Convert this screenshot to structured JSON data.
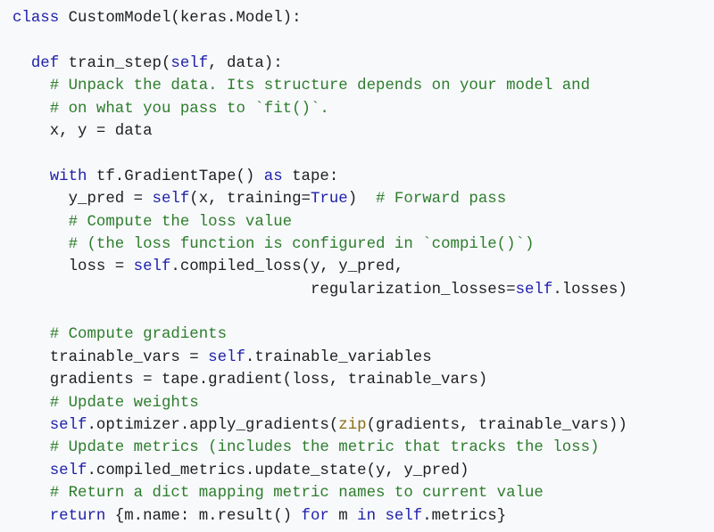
{
  "colors": {
    "background": "#f8f9fb",
    "text": "#1f1f1f",
    "keyword": "#1d1fa8",
    "comment": "#2d7d2d",
    "builtin": "#8a6d12"
  },
  "lines": [
    [
      {
        "t": "kw",
        "s": "class"
      },
      {
        "t": "tx",
        "s": " CustomModel(keras.Model):"
      }
    ],
    [],
    [
      {
        "t": "tx",
        "s": "  "
      },
      {
        "t": "kw",
        "s": "def"
      },
      {
        "t": "tx",
        "s": " train_step("
      },
      {
        "t": "kw",
        "s": "self"
      },
      {
        "t": "tx",
        "s": ", data):"
      }
    ],
    [
      {
        "t": "tx",
        "s": "    "
      },
      {
        "t": "cm",
        "s": "# Unpack the data. Its structure depends on your model and"
      }
    ],
    [
      {
        "t": "tx",
        "s": "    "
      },
      {
        "t": "cm",
        "s": "# on what you pass to `fit()`."
      }
    ],
    [
      {
        "t": "tx",
        "s": "    x, y = data"
      }
    ],
    [],
    [
      {
        "t": "tx",
        "s": "    "
      },
      {
        "t": "kw",
        "s": "with"
      },
      {
        "t": "tx",
        "s": " tf.GradientTape() "
      },
      {
        "t": "kw",
        "s": "as"
      },
      {
        "t": "tx",
        "s": " tape:"
      }
    ],
    [
      {
        "t": "tx",
        "s": "      y_pred = "
      },
      {
        "t": "kw",
        "s": "self"
      },
      {
        "t": "tx",
        "s": "(x, training="
      },
      {
        "t": "kw",
        "s": "True"
      },
      {
        "t": "tx",
        "s": ")  "
      },
      {
        "t": "cm",
        "s": "# Forward pass"
      }
    ],
    [
      {
        "t": "tx",
        "s": "      "
      },
      {
        "t": "cm",
        "s": "# Compute the loss value"
      }
    ],
    [
      {
        "t": "tx",
        "s": "      "
      },
      {
        "t": "cm",
        "s": "# (the loss function is configured in `compile()`)"
      }
    ],
    [
      {
        "t": "tx",
        "s": "      loss = "
      },
      {
        "t": "kw",
        "s": "self"
      },
      {
        "t": "tx",
        "s": ".compiled_loss(y, y_pred,"
      }
    ],
    [
      {
        "t": "tx",
        "s": "                                regularization_losses="
      },
      {
        "t": "kw",
        "s": "self"
      },
      {
        "t": "tx",
        "s": ".losses)"
      }
    ],
    [],
    [
      {
        "t": "tx",
        "s": "    "
      },
      {
        "t": "cm",
        "s": "# Compute gradients"
      }
    ],
    [
      {
        "t": "tx",
        "s": "    trainable_vars = "
      },
      {
        "t": "kw",
        "s": "self"
      },
      {
        "t": "tx",
        "s": ".trainable_variables"
      }
    ],
    [
      {
        "t": "tx",
        "s": "    gradients = tape.gradient(loss, trainable_vars)"
      }
    ],
    [
      {
        "t": "tx",
        "s": "    "
      },
      {
        "t": "cm",
        "s": "# Update weights"
      }
    ],
    [
      {
        "t": "tx",
        "s": "    "
      },
      {
        "t": "kw",
        "s": "self"
      },
      {
        "t": "tx",
        "s": ".optimizer.apply_gradients("
      },
      {
        "t": "bi",
        "s": "zip"
      },
      {
        "t": "tx",
        "s": "(gradients, trainable_vars))"
      }
    ],
    [
      {
        "t": "tx",
        "s": "    "
      },
      {
        "t": "cm",
        "s": "# Update metrics (includes the metric that tracks the loss)"
      }
    ],
    [
      {
        "t": "tx",
        "s": "    "
      },
      {
        "t": "kw",
        "s": "self"
      },
      {
        "t": "tx",
        "s": ".compiled_metrics.update_state(y, y_pred)"
      }
    ],
    [
      {
        "t": "tx",
        "s": "    "
      },
      {
        "t": "cm",
        "s": "# Return a dict mapping metric names to current value"
      }
    ],
    [
      {
        "t": "tx",
        "s": "    "
      },
      {
        "t": "kw",
        "s": "return"
      },
      {
        "t": "tx",
        "s": " {m.name: m.result() "
      },
      {
        "t": "kw",
        "s": "for"
      },
      {
        "t": "tx",
        "s": " m "
      },
      {
        "t": "kw",
        "s": "in"
      },
      {
        "t": "tx",
        "s": " "
      },
      {
        "t": "kw",
        "s": "self"
      },
      {
        "t": "tx",
        "s": ".metrics}"
      }
    ]
  ]
}
